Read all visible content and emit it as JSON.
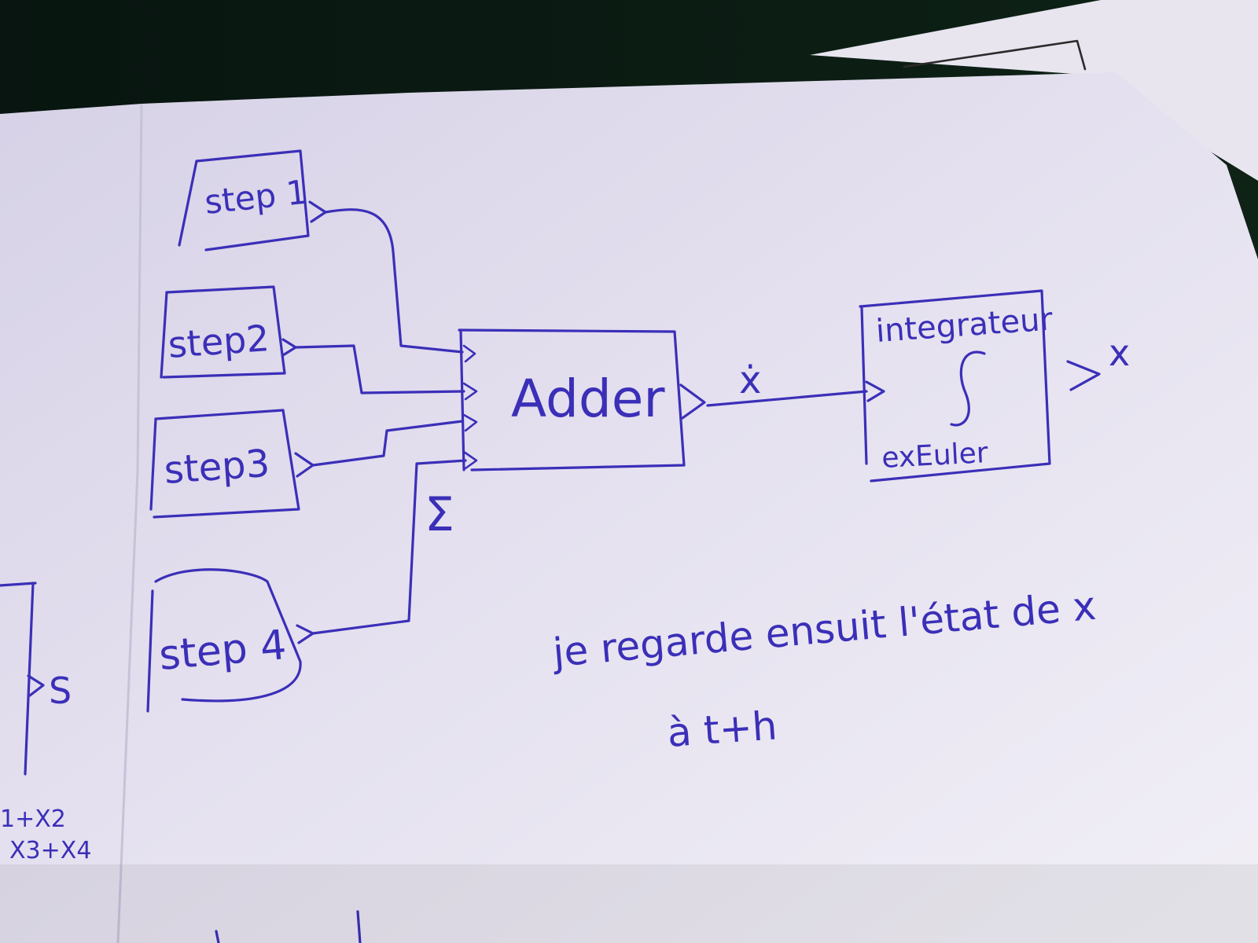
{
  "diagram": {
    "blocks": {
      "step1": "step 1",
      "step2": "step2",
      "step3": "step3",
      "step4": "step 4",
      "adder": "Adder",
      "integrator_top": "integrateur",
      "integrator_bottom": "exEuler"
    },
    "signals": {
      "sum_symbol": "Σ",
      "x_dot": "ẋ",
      "x_out": "x"
    },
    "note": {
      "line1": "je regarde ensuit l'état de x",
      "line2": "à t+h"
    },
    "left_page_fragment": {
      "output": "S",
      "sum_line1": "1+X2",
      "sum_line2": "X3+X4"
    }
  },
  "colors": {
    "ink": "#3b2fb8",
    "paper": "#ece8f4",
    "background": "#0c1a12"
  }
}
